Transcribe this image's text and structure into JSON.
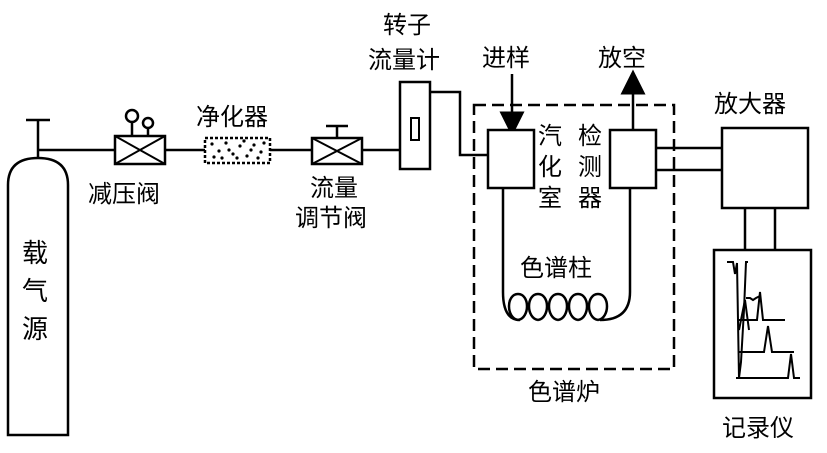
{
  "labels": {
    "carrier_gas_source": [
      "载",
      "气",
      "源"
    ],
    "pressure_reducing_valve": "减压阀",
    "purifier": "净化器",
    "flow_control_valve": [
      "流量",
      "调节阀"
    ],
    "rotameter": [
      "转子",
      "流量计"
    ],
    "injection": "进样",
    "vent": "放空",
    "vaporization_chamber": [
      "汽",
      "化",
      "室"
    ],
    "detector": [
      "检",
      "测",
      "器"
    ],
    "column": "色谱柱",
    "oven": "色谱炉",
    "amplifier": "放大器",
    "recorder": "记录仪"
  }
}
